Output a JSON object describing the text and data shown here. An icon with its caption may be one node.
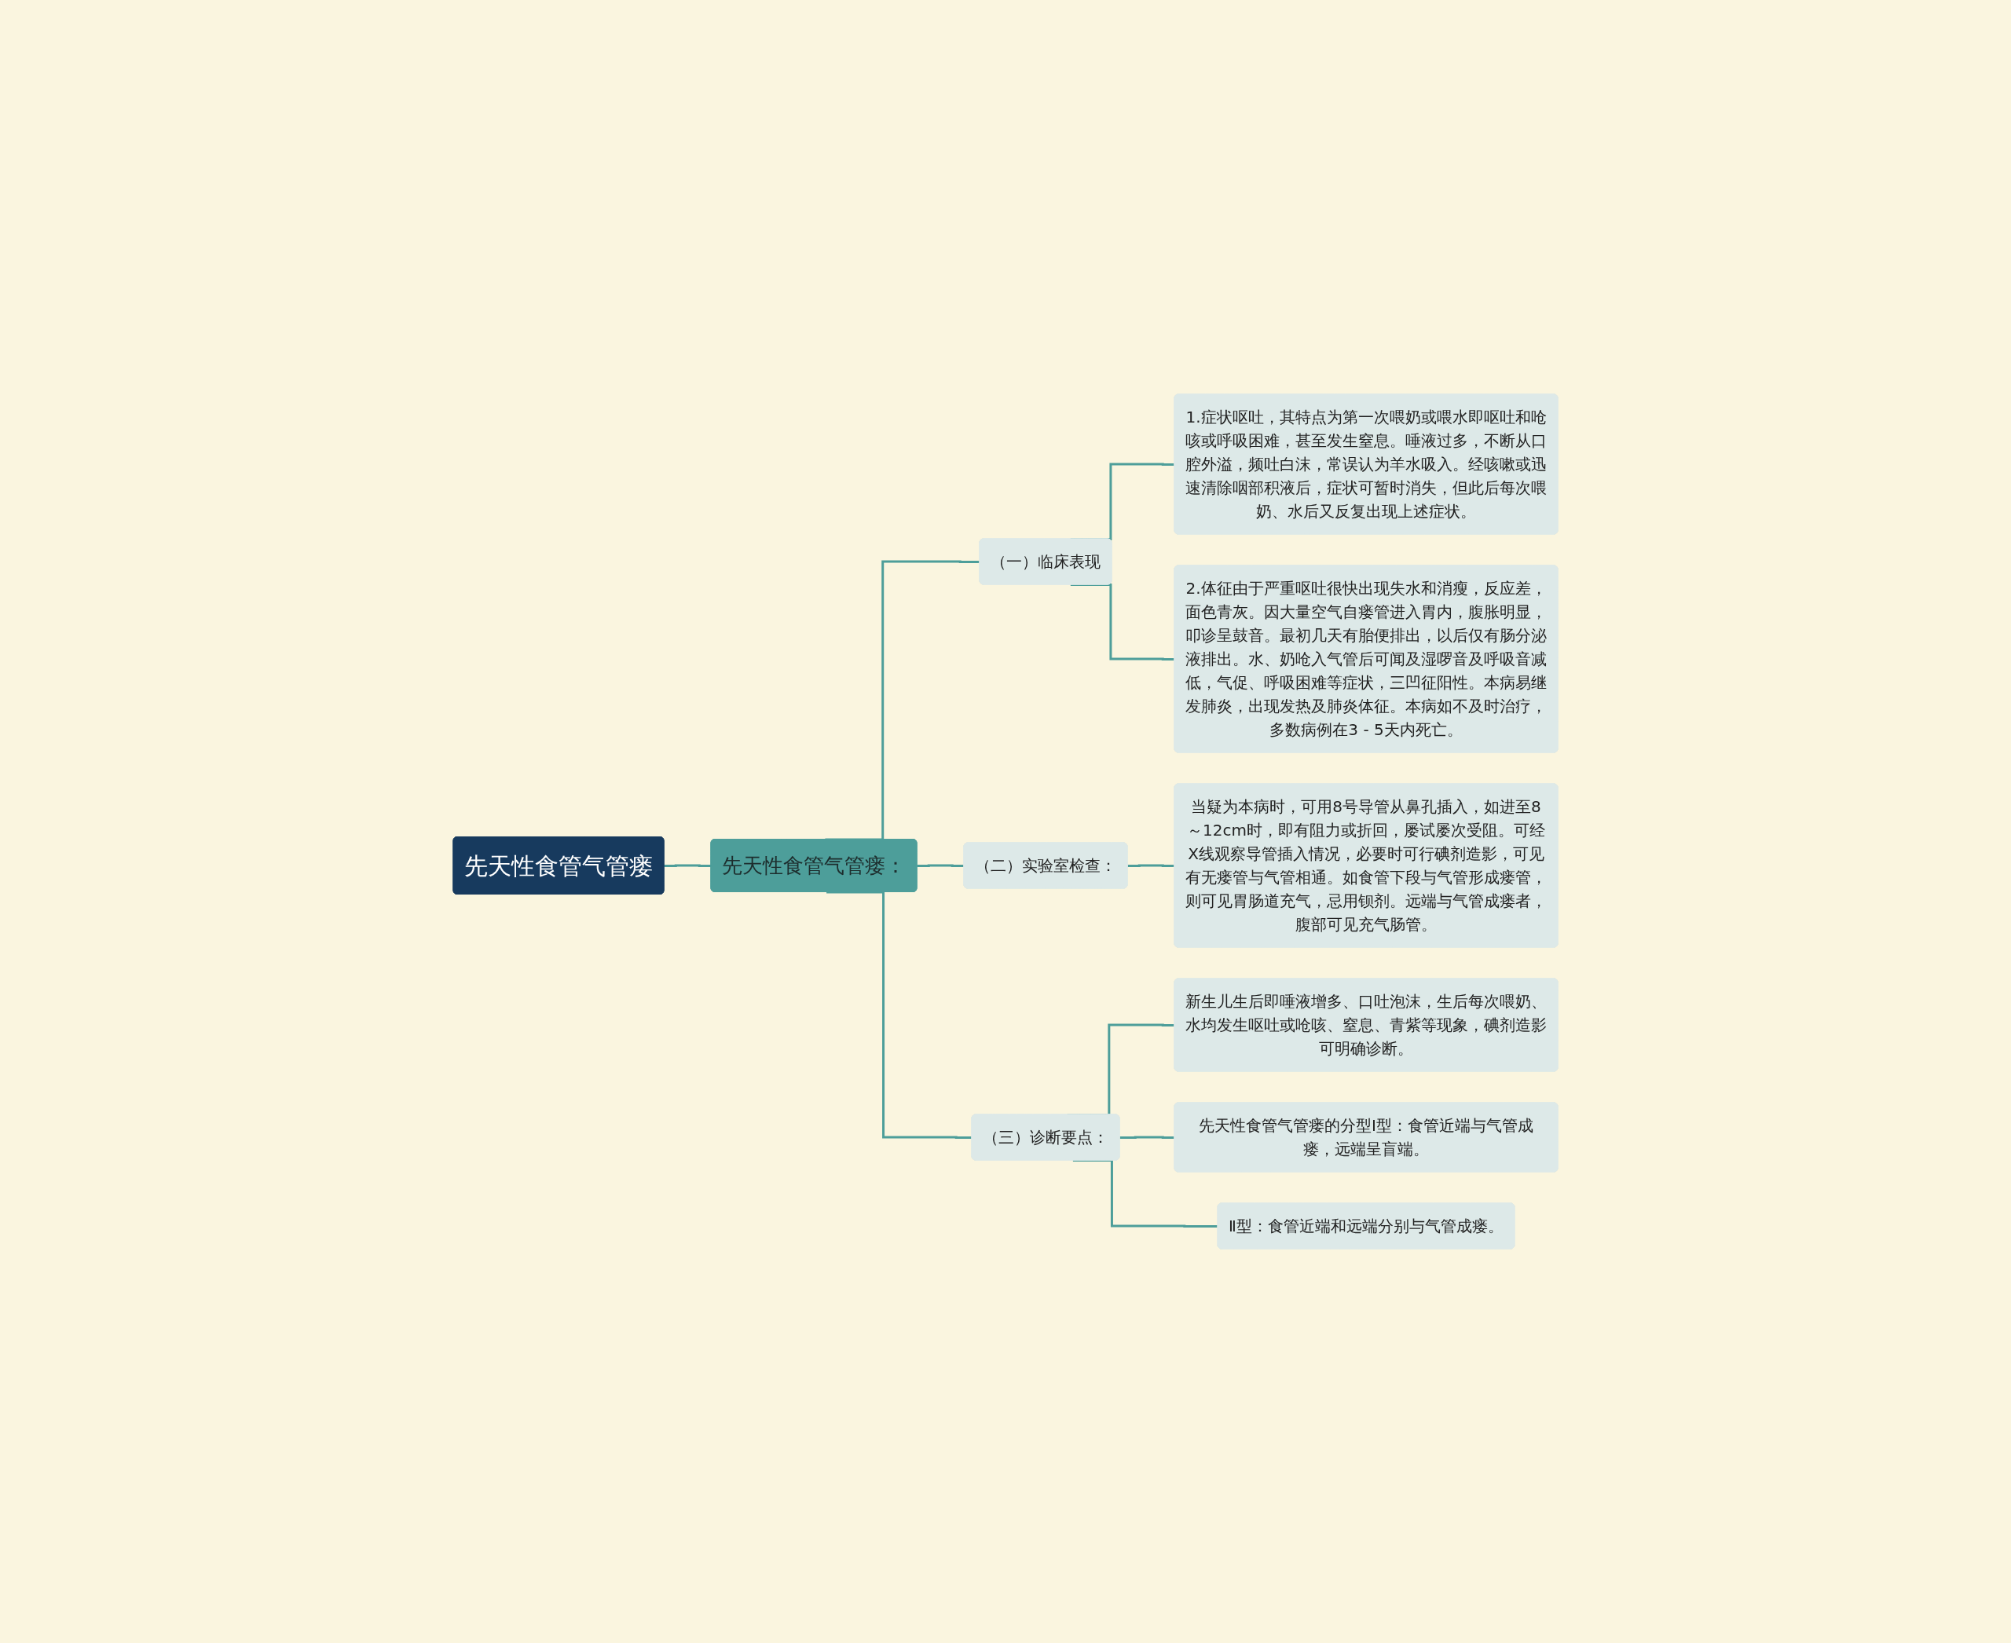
{
  "diagram": {
    "nodes": [
      {
        "text": [
          "先天性食管气管瘘"
        ]
      },
      {
        "text": [
          "先天性食管气管瘘："
        ]
      },
      {
        "text": [
          "（一）临床表现"
        ]
      },
      {
        "text": [
          "1.症状呕吐，其特点为第一次喂奶或喂水即呕吐和呛咳或呼吸困难，甚至发生窒息。唾液过多，不断从口腔外溢，频吐白沫，常误认为羊水吸入。经咳嗽或迅速清除咽部积液后，症状可暂时消失，但此后每次喂奶、水后又反复出现上述症状。"
        ]
      },
      {
        "text": [
          "2.体征由于严重呕吐很快出现失水和消瘦，反应差，面色青灰。因大量空气自瘘管进入胃内，腹胀明显，叩诊呈鼓音。最初几天有胎便排出，以后仅有肠分泌液排出。水、奶呛入气管后可闻及湿啰音及呼吸音减低，气促、呼吸困难等症状，三凹征阳性。本病易继发肺炎，出现发热及肺炎体征。本病如不及时治疗，多数病例在3 - 5天内死亡。"
        ]
      },
      {
        "text": [
          "（二）实验室检查："
        ]
      },
      {
        "text": [
          "当疑为本病时，可用8号导管从鼻孔插入，如进至8～12cm时，即有阻力或折回，屡试屡次受阻。可经X线观察导管插入情况，必要时可行碘剂造影，可见有无瘘管与气管相通。如食管下段与气管形成瘘管，则可见胃肠道充气，忌用钡剂。远端与气管成瘘者，腹部可见充气肠管。"
        ]
      },
      {
        "text": [
          "（三）诊断要点："
        ]
      },
      {
        "text": [
          "新生儿生后即唾液增多、口吐泡沫，生后每次喂奶、水均发生呕吐或呛咳、窒息、青紫等现象，碘剂造影可明确诊断。"
        ]
      },
      {
        "text": [
          "先天性食管气管瘘的分型I型：食管近端与气管成瘘，远端呈盲端。"
        ]
      },
      {
        "text": [
          "Ⅱ型：食管近端和远端分别与气管成瘘。"
        ]
      }
    ],
    "edges": [
      {
        "from": 0,
        "to": 1,
        "arrow": "none"
      },
      {
        "from": 1,
        "to": 2,
        "arrow": "none"
      },
      {
        "from": 2,
        "to": 3,
        "arrow": "none"
      },
      {
        "from": 2,
        "to": 4,
        "arrow": "none"
      },
      {
        "from": 1,
        "to": 5,
        "arrow": "none"
      },
      {
        "from": 5,
        "to": 6,
        "arrow": "none"
      },
      {
        "from": 1,
        "to": 7,
        "arrow": "none"
      },
      {
        "from": 7,
        "to": 8,
        "arrow": "none"
      },
      {
        "from": 7,
        "to": 9,
        "arrow": "none"
      },
      {
        "from": 7,
        "to": 10,
        "arrow": "none"
      }
    ]
  }
}
